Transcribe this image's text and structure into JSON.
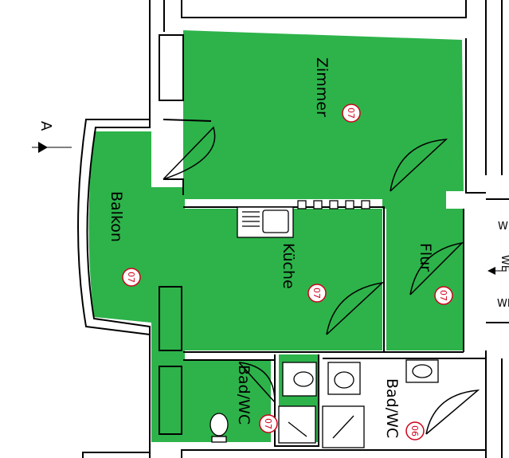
{
  "colors": {
    "room_fill": "#2db34a",
    "wall": "#000000",
    "marker": "#d0021b",
    "background": "#ffffff"
  },
  "section_marker": {
    "letter": "A"
  },
  "rooms": [
    {
      "id": "zimmer",
      "name": "Zimmer",
      "number": "07"
    },
    {
      "id": "balkon",
      "name": "Balkon",
      "number": "07"
    },
    {
      "id": "kueche",
      "name": "Küche",
      "number": "07"
    },
    {
      "id": "flur",
      "name": "Flur",
      "number": "07"
    },
    {
      "id": "bad1",
      "name": "Bad/WC",
      "number": "07"
    },
    {
      "id": "bad2",
      "name": "Bad/WC",
      "number": "06"
    }
  ],
  "edge_labels": {
    "right_top": "WE",
    "right_mid": "WE",
    "right_bottom": "WE"
  }
}
